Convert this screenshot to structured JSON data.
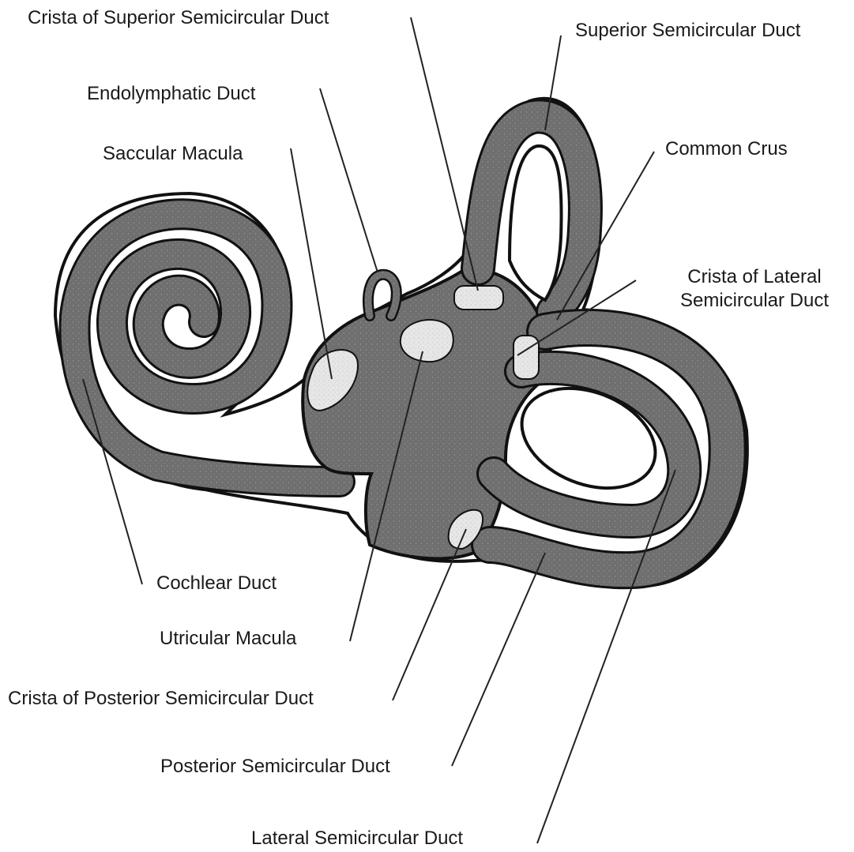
{
  "labels": {
    "crista_superior": "Crista of Superior Semicircular Duct",
    "superior_duct": "Superior Semicircular Duct",
    "endolymphatic_duct": "Endolymphatic Duct",
    "saccular_macula": "Saccular Macula",
    "common_crus": "Common Crus",
    "crista_lateral_line1": "Crista of Lateral",
    "crista_lateral_line2": "Semicircular Duct",
    "cochlear_duct": "Cochlear Duct",
    "utricular_macula": "Utricular Macula",
    "crista_posterior": "Crista of Posterior Semicircular Duct",
    "posterior_duct": "Posterior Semicircular Duct",
    "lateral_duct": "Lateral Semicircular Duct"
  },
  "colors": {
    "membrane_fill": "#6f6f6f",
    "outline": "#111111",
    "sensory_patch": "#e4e4e4",
    "leader_line": "#222222"
  }
}
